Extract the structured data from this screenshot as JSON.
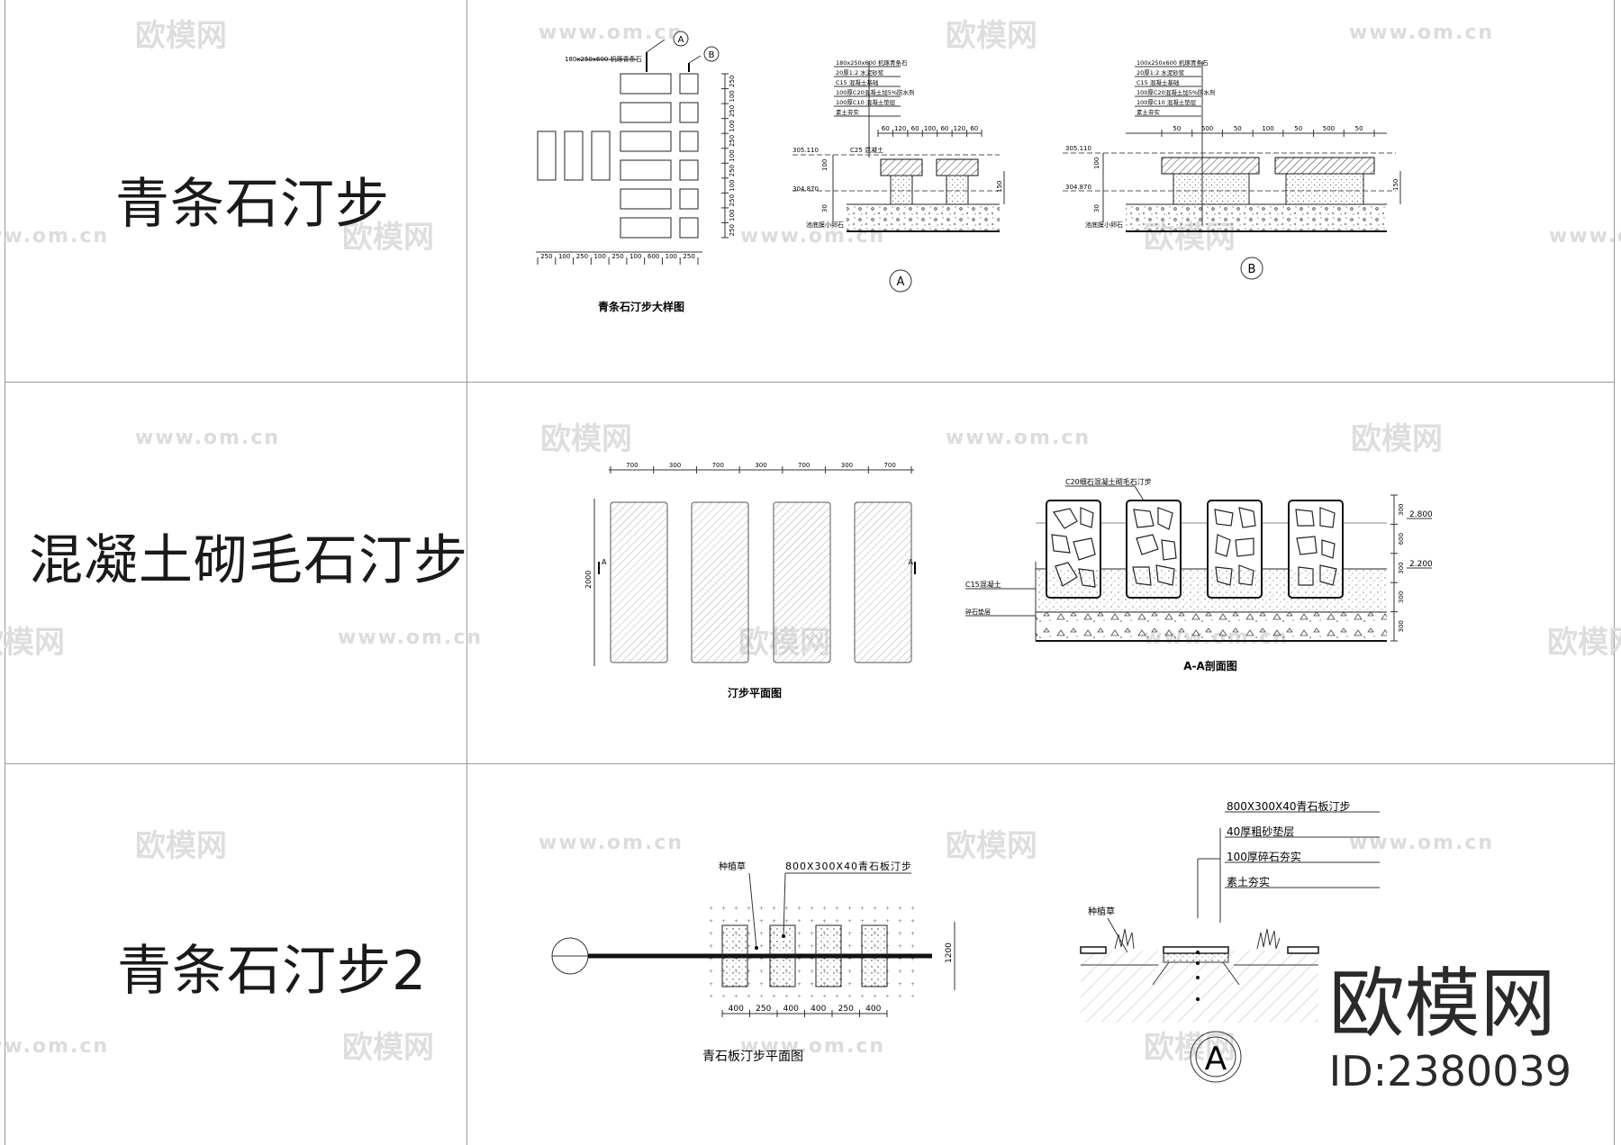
{
  "rows": [
    {
      "title": "青条石汀步"
    },
    {
      "title": "混凝土砌毛石汀步"
    },
    {
      "title": "青条石汀步2"
    }
  ],
  "watermark": {
    "site": "www.om.cn",
    "logo": "欧模网"
  },
  "brand": {
    "name": "欧模网",
    "id": "ID:2380039"
  },
  "row1": {
    "plan_caption": "青条石汀步大样图",
    "plan_note": "180x250x600 机琢青条石",
    "marker_a": "A",
    "marker_b": "B",
    "plan_dims_right": [
      "250",
      "100",
      "250",
      "100",
      "250",
      "100",
      "250",
      "100",
      "250",
      "100",
      "250"
    ],
    "plan_dims_bottom": [
      "250",
      "100",
      "250",
      "100",
      "250",
      "100",
      "600",
      "100",
      "250"
    ],
    "secA_notes": [
      "180x250x600 机琢青条石",
      "20厚1:2 水泥砂浆",
      "C15 混凝土基础",
      "100厚C20混凝土加5%防水剂",
      "100厚C10 混凝土垫层",
      "素土夯实"
    ],
    "secA_dims_top": [
      "60",
      "120",
      "60",
      "100",
      "60",
      "120",
      "60"
    ],
    "secA_levels": [
      "305.110",
      "304.870"
    ],
    "secA_side": [
      "100",
      "150",
      "30"
    ],
    "secA_conc": "C25 混凝土",
    "secA_base": "池底膜小卵石",
    "secA_label": "A",
    "secB_notes": [
      "100x250x600 机琢青条石",
      "20厚1:2 水泥砂浆",
      "C15 混凝土基础",
      "100厚C20混凝土加5%防水剂",
      "100厚C10 混凝土垫层",
      "素土夯实"
    ],
    "secB_dims_top": [
      "50",
      "500",
      "50",
      "100",
      "50",
      "500",
      "50"
    ],
    "secB_levels": [
      "305.110",
      "304.870"
    ],
    "secB_side": [
      "100",
      "150",
      "30"
    ],
    "secB_base": "池底膜小卵石",
    "secB_label": "B"
  },
  "row2": {
    "plan_caption": "汀步平面图",
    "plan_dims_top": [
      "700",
      "300",
      "700",
      "300",
      "700",
      "300",
      "700"
    ],
    "plan_dim_left": "2000",
    "cut_mark": "A",
    "sec_caption": "A-A剖面图",
    "sec_note": "C20细石混凝土砌毛石汀步",
    "sec_c15": "C15混凝土",
    "sec_base": "碎石垫层",
    "sec_levels": [
      "2.800",
      "2.200"
    ],
    "sec_dims_right": [
      "300",
      "600",
      "300",
      "300",
      "300"
    ]
  },
  "row3": {
    "plan_caption": "青石板汀步平面图",
    "plan_grass": "种植草",
    "plan_slab": "800X300X40青石板汀步",
    "plan_dims_bottom": [
      "400",
      "250",
      "400",
      "400",
      "250",
      "400"
    ],
    "plan_dim_right": "1200",
    "sec_notes": [
      "800X300X40青石板汀步",
      "40厚粗砂垫层",
      "100厚碎石夯实",
      "素土夯实"
    ],
    "sec_grass": "种植草",
    "sec_label": "A"
  }
}
